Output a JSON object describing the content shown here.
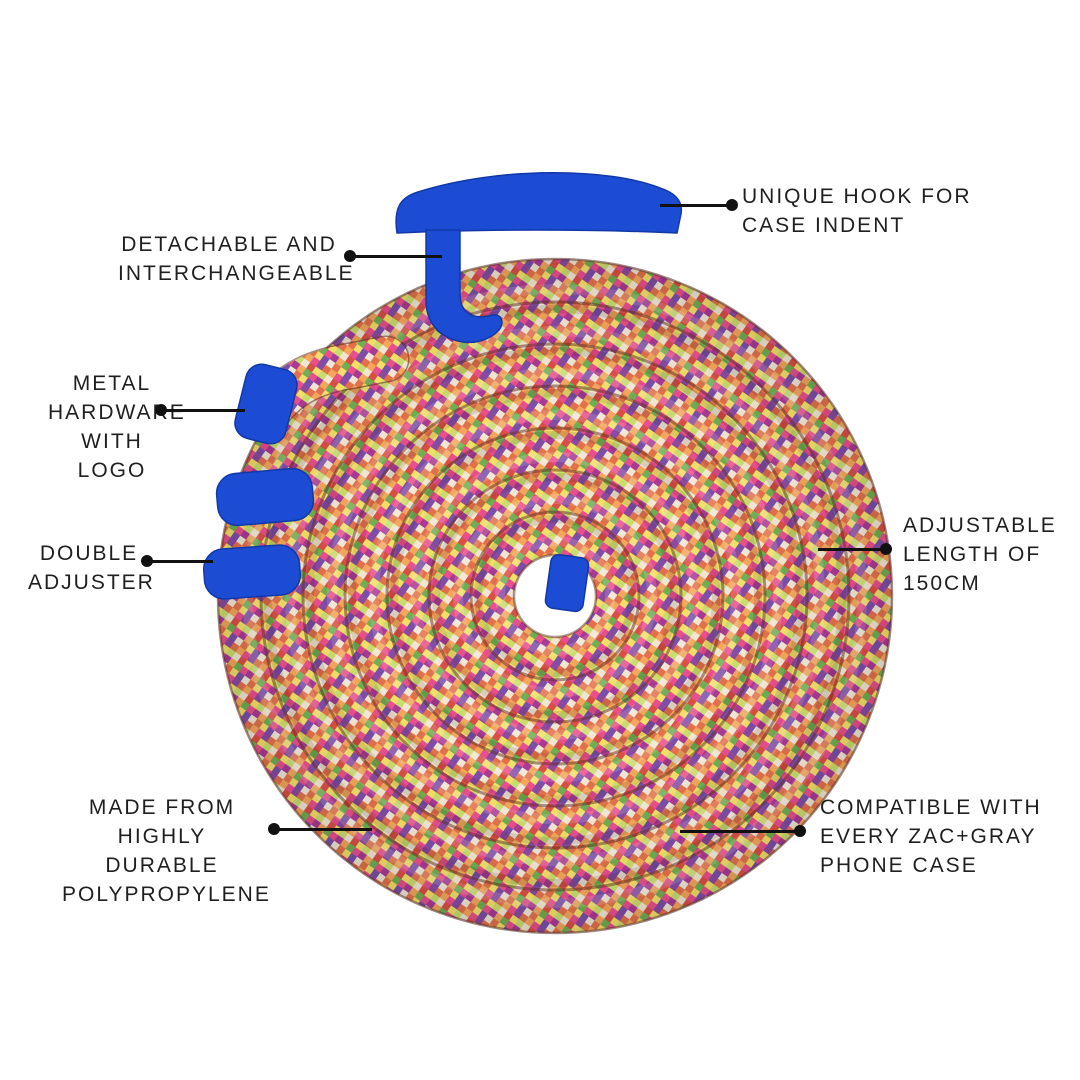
{
  "callouts": [
    {
      "id": "unique-hook",
      "lines": [
        "UNIQUE HOOK FOR",
        "CASE INDENT"
      ]
    },
    {
      "id": "detachable",
      "lines": [
        "DETACHABLE AND",
        "INTERCHANGEABLE"
      ]
    },
    {
      "id": "metal-hardware",
      "lines": [
        "METAL",
        "HARDWARE",
        "WITH LOGO"
      ]
    },
    {
      "id": "double-adjuster",
      "lines": [
        "DOUBLE",
        "ADJUSTER"
      ]
    },
    {
      "id": "adjustable-length",
      "lines": [
        "ADJUSTABLE",
        "LENGTH OF",
        "150CM"
      ]
    },
    {
      "id": "material",
      "lines": [
        "MADE FROM",
        "HIGHLY DURABLE",
        "POLYPROPYLENE"
      ]
    },
    {
      "id": "compatible",
      "lines": [
        "COMPATIBLE WITH",
        "EVERY ZAC+GRAY",
        "PHONE CASE"
      ]
    }
  ],
  "colors": {
    "accent_blue": "#1b4cd3",
    "accent_blue_dark": "#1238a8",
    "text": "#1f1f1f",
    "callout_line": "#111111",
    "rope_edge": "rgba(96,48,36,0.5)"
  },
  "rope": {
    "pattern_cells": [
      "#e2714b",
      "#f2a75b",
      "#e84f8c",
      "#8a4aa0",
      "#c9dc6e",
      "#f0e6d2",
      "#d94f45",
      "#f2df68",
      "#a83a96",
      "#f2a75b",
      "#6fae52",
      "#e84f8c",
      "#f0e6d2",
      "#e2714b",
      "#f2df68",
      "#7b4ea8"
    ]
  }
}
